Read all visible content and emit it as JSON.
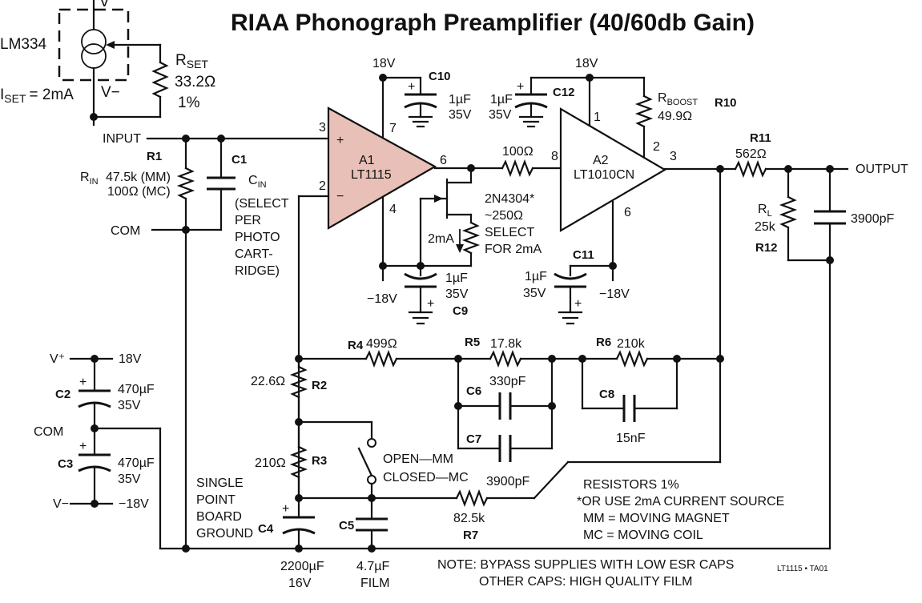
{
  "title": "RIAA Phonograph Preamplifier (40/60db Gain)",
  "source": {
    "chip": "LM334",
    "vplus": "V",
    "vminus": "V−",
    "rset_name": "R",
    "rset_sub": "SET",
    "rset_value": "33.2Ω",
    "rset_tol": "1%",
    "iset_name": "I",
    "iset_sub": "SET",
    "iset_value": "= 2mA"
  },
  "ports": {
    "input": "INPUT",
    "com": "COM",
    "output": "OUTPUT"
  },
  "r1": {
    "ref": "R1",
    "name": "R",
    "sub": "IN",
    "line1": "47.5k (MM)",
    "line2": "100Ω (MC)"
  },
  "c1": {
    "ref": "C1",
    "name": "C",
    "sub": "IN",
    "note": [
      "(SELECT",
      "PER",
      "PHOTO",
      "CART-",
      "RIDGE)"
    ]
  },
  "a1": {
    "name": "A1",
    "part": "LT1115",
    "pin_plus": "3",
    "pin_minus": "2",
    "pin_out": "6",
    "pin_top": "7",
    "pin_bot": "4",
    "plus_sign": "+",
    "minus_sign": "−"
  },
  "a2": {
    "name": "A2",
    "part": "LT1010CN",
    "pin_in": "8",
    "pin_top": "1",
    "pin_bst": "2",
    "pin_out": "3",
    "pin_bot": "6"
  },
  "supply": {
    "pos": "18V",
    "neg": "−18V"
  },
  "c10": {
    "ref": "C10",
    "value": "1µF",
    "volt": "35V",
    "plus": "+"
  },
  "c12": {
    "ref": "C12",
    "value": "1µF",
    "volt": "35V",
    "plus": "+"
  },
  "c9": {
    "ref": "C9",
    "value": "1µF",
    "volt": "35V",
    "plus": "+"
  },
  "c11": {
    "ref": "C11",
    "value": "1µF",
    "volt": "35V",
    "plus": "+"
  },
  "r_series": {
    "value": "100Ω"
  },
  "r10": {
    "ref": "R10",
    "name": "R",
    "sub": "BOOST",
    "value": "49.9Ω"
  },
  "jfet": {
    "part": "2N4304*",
    "line2": "~250Ω",
    "line3": "SELECT",
    "line4": "FOR 2mA",
    "current": "2mA"
  },
  "r11": {
    "ref": "R11",
    "value": "562Ω"
  },
  "r12": {
    "ref": "R12",
    "name": "R",
    "sub": "L",
    "value": "25k"
  },
  "c_out": {
    "value": "3900pF"
  },
  "r4": {
    "ref": "R4",
    "value": "499Ω"
  },
  "r5": {
    "ref": "R5",
    "value": "17.8k"
  },
  "r6": {
    "ref": "R6",
    "value": "210k"
  },
  "c6": {
    "ref": "C6",
    "value": "330pF"
  },
  "c7": {
    "ref": "C7",
    "value": "3900pF"
  },
  "c8": {
    "ref": "C8",
    "value": "15nF"
  },
  "r2": {
    "ref": "R2",
    "value": "22.6Ω"
  },
  "r3": {
    "ref": "R3",
    "value": "210Ω"
  },
  "switch": {
    "open": "OPEN—MM",
    "closed": "CLOSED—MC"
  },
  "r7": {
    "ref": "R7",
    "value": "82.5k"
  },
  "c4": {
    "ref": "C4",
    "value": "2200µF",
    "volt": "16V",
    "plus": "+"
  },
  "c5": {
    "ref": "C5",
    "value": "4.7µF",
    "type": "FILM"
  },
  "psu": {
    "vplus": "V⁺",
    "vminus": "V−",
    "pos": "18V",
    "neg": "−18V",
    "com": "COM",
    "c2": {
      "ref": "C2",
      "value": "470µF",
      "volt": "35V",
      "plus": "+"
    },
    "c3": {
      "ref": "C3",
      "value": "470µF",
      "volt": "35V",
      "plus": "+"
    }
  },
  "ground_note": [
    "SINGLE",
    "POINT",
    "BOARD",
    "GROUND"
  ],
  "notes": [
    "RESISTORS 1%",
    "*OR USE 2mA CURRENT SOURCE",
    "MM = MOVING MAGNET",
    "MC = MOVING COIL"
  ],
  "bottom_note": [
    "NOTE:  BYPASS SUPPLIES WITH LOW ESR CAPS",
    "OTHER CAPS: HIGH QUALITY FILM"
  ],
  "figure_id": "LT1115 • TA01",
  "colors": {
    "opamp_fill": "#e8c0b8",
    "ink": "#111111",
    "background": "#ffffff"
  }
}
